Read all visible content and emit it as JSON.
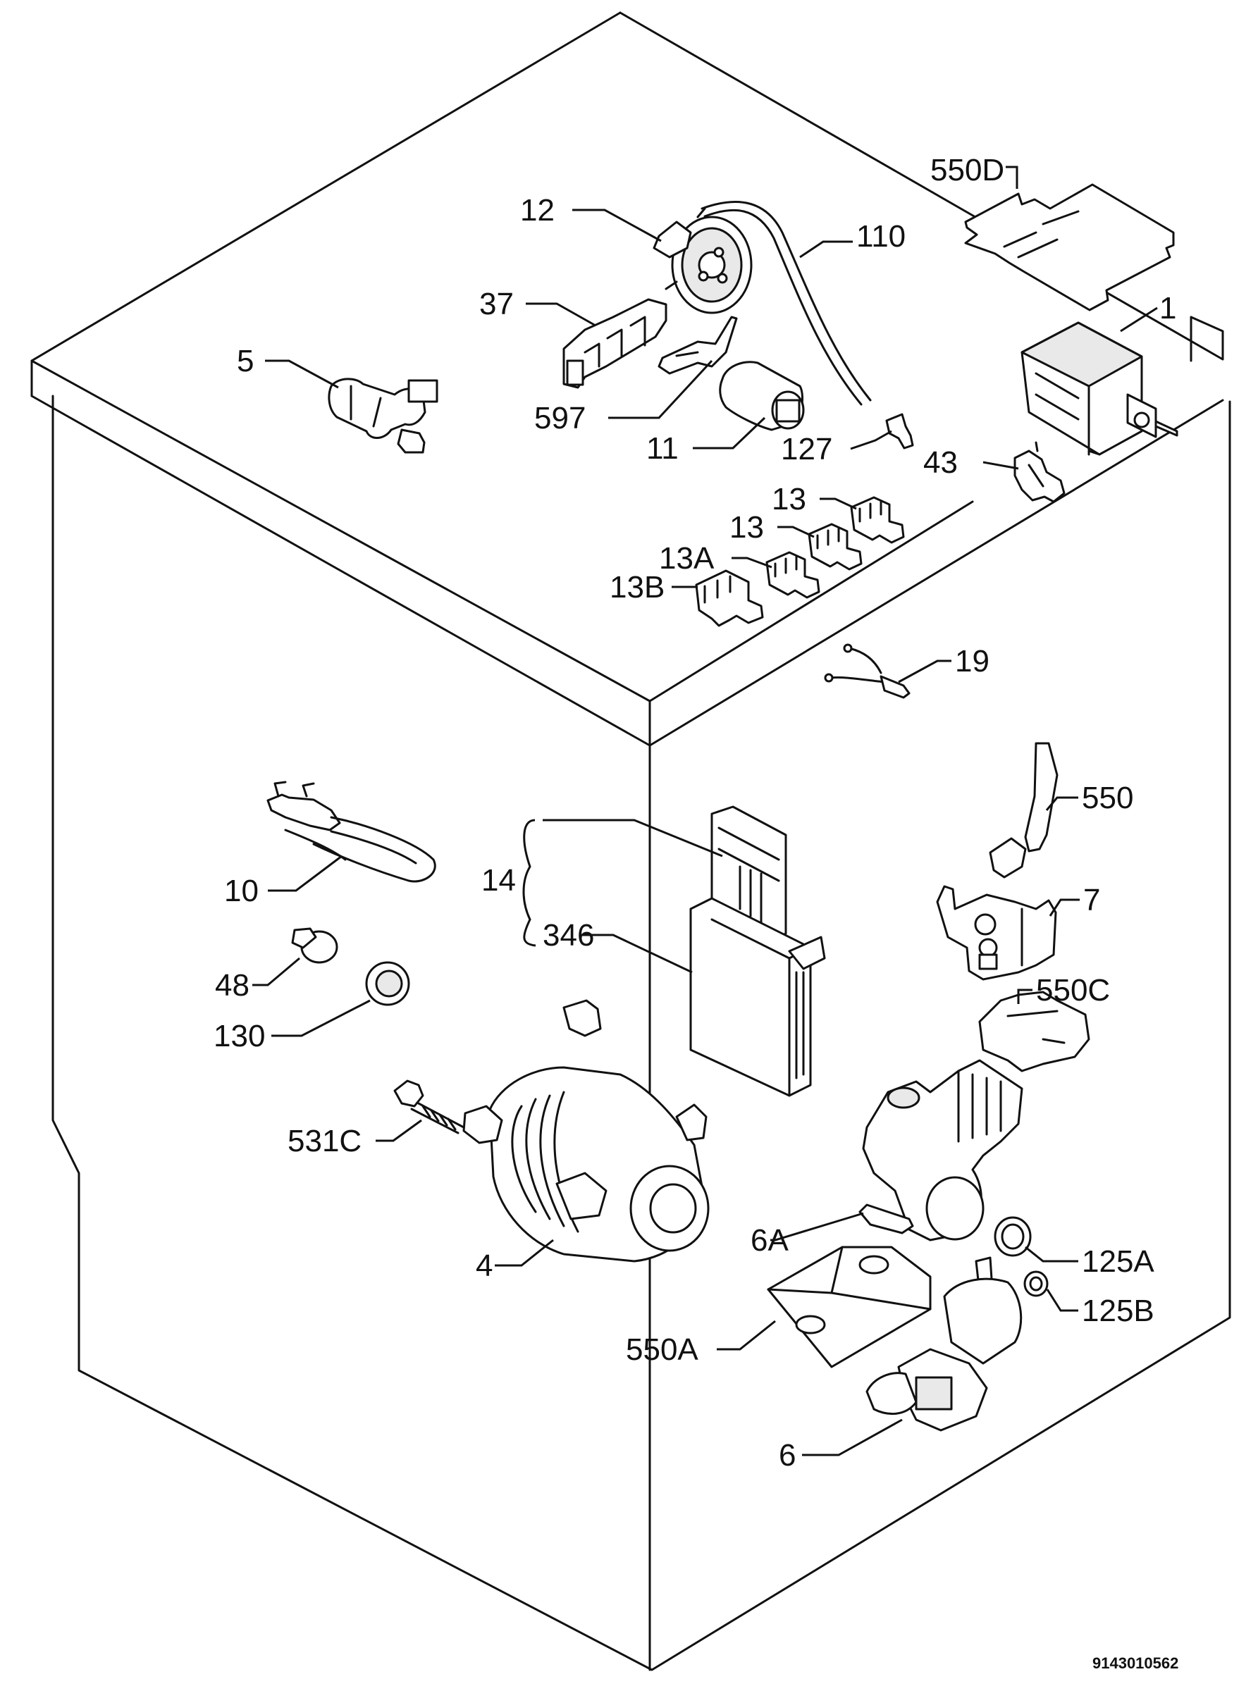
{
  "drawing_number": "9143010562",
  "callouts": [
    {
      "id": "550d",
      "label": "550D"
    },
    {
      "id": "12",
      "label": "12"
    },
    {
      "id": "110",
      "label": "110"
    },
    {
      "id": "37",
      "label": "37"
    },
    {
      "id": "1",
      "label": "1"
    },
    {
      "id": "5",
      "label": "5"
    },
    {
      "id": "597",
      "label": "597"
    },
    {
      "id": "11",
      "label": "11"
    },
    {
      "id": "127",
      "label": "127"
    },
    {
      "id": "43",
      "label": "43"
    },
    {
      "id": "13-top",
      "label": "13"
    },
    {
      "id": "13-second",
      "label": "13"
    },
    {
      "id": "13a",
      "label": "13A"
    },
    {
      "id": "13b",
      "label": "13B"
    },
    {
      "id": "19",
      "label": "19"
    },
    {
      "id": "550",
      "label": "550"
    },
    {
      "id": "14",
      "label": "14"
    },
    {
      "id": "10",
      "label": "10"
    },
    {
      "id": "7",
      "label": "7"
    },
    {
      "id": "346",
      "label": "346"
    },
    {
      "id": "48",
      "label": "48"
    },
    {
      "id": "550c",
      "label": "550C"
    },
    {
      "id": "130",
      "label": "130"
    },
    {
      "id": "531c",
      "label": "531C"
    },
    {
      "id": "6a",
      "label": "6A"
    },
    {
      "id": "125a",
      "label": "125A"
    },
    {
      "id": "4",
      "label": "4"
    },
    {
      "id": "125b",
      "label": "125B"
    },
    {
      "id": "550a",
      "label": "550A"
    },
    {
      "id": "6",
      "label": "6"
    }
  ]
}
